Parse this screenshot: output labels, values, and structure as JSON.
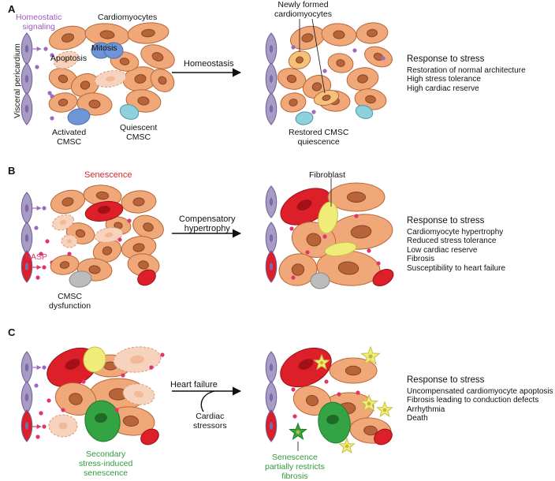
{
  "panels": {
    "a": "A",
    "b": "B",
    "c": "C"
  },
  "labels": {
    "homeostatic_signaling": "Homeostatic\nsignaling",
    "cardiomyocytes": "Cardiomyocytes",
    "apoptosis": "Apoptosis",
    "mitosis": "Mitosis",
    "visceral_pericardium": "Visceral pericardium",
    "activated_cmsc": "Activated\nCMSC",
    "quiescent_cmsc": "Quiescent\nCMSC",
    "newly_formed": "Newly formed\ncardiomyocytes",
    "restored_quiescence": "Restored CMSC\nquiescence",
    "senescence": "Senescence",
    "sasp": "SASP",
    "cmsc_dysfunction": "CMSC\ndysfunction",
    "fibroblast": "Fibroblast",
    "secondary_senescence": "Secondary\nstress-induced\nsenescence",
    "senescence_restricts": "Senescence\npartially restricts\nfibrosis"
  },
  "arrows": {
    "a": "Homeostasis",
    "b": "Compensatory\nhypertrophy",
    "c": "Heart failure",
    "c_sub": "Cardiac\nstressors"
  },
  "responses": {
    "a": {
      "title": "Response to stress",
      "items": [
        "Restoration of normal architecture",
        "High stress tolerance",
        "High cardiac reserve"
      ]
    },
    "b": {
      "title": "Response to stress",
      "items": [
        "Cardiomyocyte hypertrophy",
        "Reduced stress tolerance",
        "Low cardiac reserve",
        "Fibrosis",
        "Susceptibility to heart failure"
      ]
    },
    "c": {
      "title": "Response to stress",
      "items": [
        "Uncompensated cardiomyocyte apoptosis",
        "Fibrosis leading to conduction defects",
        "Arrhythmia",
        "Death"
      ]
    }
  },
  "colors": {
    "cardiomyocyte": "#f0a878",
    "cardiomyocyte_stroke": "#b8663a",
    "nucleus": "#b8643a",
    "ghost": "#f7d2bd",
    "epicardium": "#a89bc6",
    "signal_dot": "#9c6bc0",
    "mitosis": "#6f95d6",
    "cmsc_quiescent": "#8fd0dd",
    "new_cm": "#f5c27c",
    "senescence": "#dd1f2a",
    "sasp": "#e0356a",
    "cmsc_dysfunction": "#bcbcbc",
    "fibroblast": "#f0ec7a",
    "green_senescence": "#33a343",
    "label_purple": "#9b5ab8",
    "label_red": "#dd2430",
    "label_pink": "#e0356a",
    "label_green": "#2e9b3e"
  }
}
